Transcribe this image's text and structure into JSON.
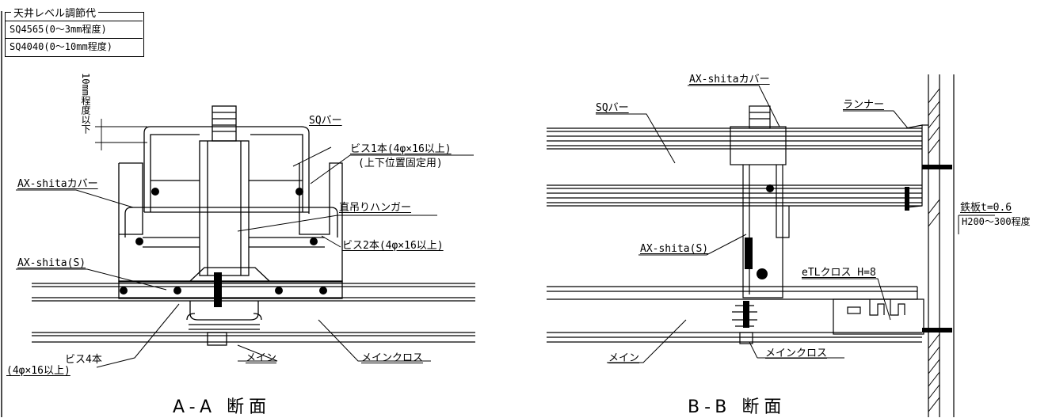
{
  "legend": {
    "title": "天井レベル調節代",
    "rows": [
      "SQ4565(0～3mm程度)",
      "SQ4040(0～10mm程度)"
    ]
  },
  "section_aa": {
    "title": "A-A 断面",
    "dim_label": "10mm程度以下",
    "labels": {
      "sq_bar": "SQバー",
      "screw_one": "ビス1本(4φ×16以上)",
      "screw_one_note": "(上下位置固定用)",
      "cover": "AX-shitaカバー",
      "hanger": "直吊りハンガー",
      "screw_two": "ビス2本(4φ×16以上)",
      "ax_shita": "AX-shita(S)",
      "screw_four": "ビス4本",
      "screw_four_spec": "(4φ×16以上)",
      "main": "メイン",
      "main_cross": "メインクロス"
    }
  },
  "section_bb": {
    "title": "B-B 断面",
    "labels": {
      "cover": "AX-shitaカバー",
      "runner": "ランナー",
      "sq_bar": "SQバー",
      "steel_plate": "鉄板t=0.6",
      "steel_plate_height": "H200～300程度",
      "ax_shita": "AX-shita(S)",
      "etl_cross": "eTLクロス H=8",
      "main": "メイン",
      "main_cross": "メインクロス"
    }
  }
}
